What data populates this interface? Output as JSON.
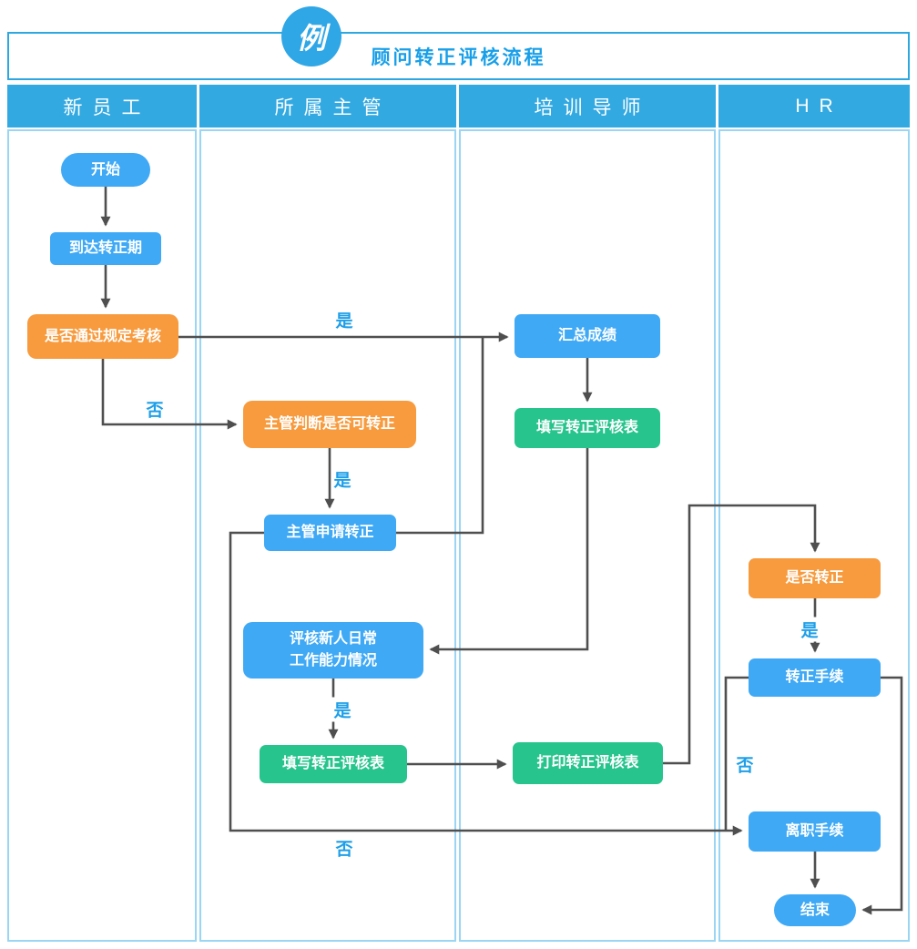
{
  "palette": {
    "header_blue": "#33a9e1",
    "node_blue": "#3fa9f5",
    "node_orange": "#f79b3e",
    "node_green": "#27c48d",
    "edge_label_blue": "#1e9fe8",
    "arrow_gray": "#4f4f4f",
    "lane_border_blue": "#9ad6f3"
  },
  "header": {
    "badge": "例",
    "title": "顾问转正评核流程"
  },
  "lanes": [
    {
      "label": "新员工"
    },
    {
      "label": "所属主管"
    },
    {
      "label": "培训导师"
    },
    {
      "label": "HR"
    }
  ],
  "nodes": [
    {
      "id": "start",
      "lane": "新员工",
      "shape": "terminal",
      "color": "blue",
      "label": "开始"
    },
    {
      "id": "reach-period",
      "lane": "新员工",
      "shape": "process",
      "color": "blue",
      "label": "到达转正期"
    },
    {
      "id": "pass-check",
      "lane": "新员工",
      "shape": "decision",
      "color": "orange",
      "label": "是否通过规定考核"
    },
    {
      "id": "supervisor-judge",
      "lane": "所属主管",
      "shape": "decision",
      "color": "orange",
      "label": "主管判断是否可转正"
    },
    {
      "id": "supervisor-apply",
      "lane": "所属主管",
      "shape": "process",
      "color": "blue",
      "label": "主管申请转正"
    },
    {
      "id": "evaluate-daily",
      "lane": "所属主管",
      "shape": "process",
      "color": "blue",
      "label": "评核新人日常\n工作能力情况"
    },
    {
      "id": "supervisor-fill-form",
      "lane": "所属主管",
      "shape": "process",
      "color": "green",
      "label": "填写转正评核表"
    },
    {
      "id": "summarize-score",
      "lane": "培训导师",
      "shape": "process",
      "color": "blue",
      "label": "汇总成绩"
    },
    {
      "id": "mentor-fill-form",
      "lane": "培训导师",
      "shape": "process",
      "color": "green",
      "label": "填写转正评核表"
    },
    {
      "id": "print-form",
      "lane": "培训导师",
      "shape": "process",
      "color": "green",
      "label": "打印转正评核表"
    },
    {
      "id": "hr-confirm",
      "lane": "HR",
      "shape": "decision",
      "color": "orange",
      "label": "是否转正"
    },
    {
      "id": "regular-procedure",
      "lane": "HR",
      "shape": "process",
      "color": "blue",
      "label": "转正手续"
    },
    {
      "id": "resign-procedure",
      "lane": "HR",
      "shape": "process",
      "color": "blue",
      "label": "离职手续"
    },
    {
      "id": "end",
      "lane": "HR",
      "shape": "terminal",
      "color": "blue",
      "label": "结束"
    }
  ],
  "edges": [
    {
      "from": "start",
      "to": "reach-period",
      "label": ""
    },
    {
      "from": "reach-period",
      "to": "pass-check",
      "label": ""
    },
    {
      "from": "pass-check",
      "to": "summarize-score",
      "label": "是"
    },
    {
      "from": "pass-check",
      "to": "supervisor-judge",
      "label": "否"
    },
    {
      "from": "supervisor-judge",
      "to": "supervisor-apply",
      "label": "是"
    },
    {
      "from": "supervisor-apply",
      "to": "summarize-score",
      "label": ""
    },
    {
      "from": "summarize-score",
      "to": "mentor-fill-form",
      "label": ""
    },
    {
      "from": "mentor-fill-form",
      "to": "evaluate-daily",
      "label": ""
    },
    {
      "from": "evaluate-daily",
      "to": "supervisor-fill-form",
      "label": "是"
    },
    {
      "from": "supervisor-fill-form",
      "to": "print-form",
      "label": ""
    },
    {
      "from": "print-form",
      "to": "hr-confirm",
      "label": ""
    },
    {
      "from": "hr-confirm",
      "to": "regular-procedure",
      "label": "是"
    },
    {
      "from": "regular-procedure",
      "to": "resign-procedure",
      "label": "否"
    },
    {
      "from": "supervisor-apply",
      "to": "resign-procedure",
      "label": "否"
    },
    {
      "from": "resign-procedure",
      "to": "end",
      "label": ""
    },
    {
      "from": "regular-procedure",
      "to": "end",
      "label": ""
    }
  ]
}
